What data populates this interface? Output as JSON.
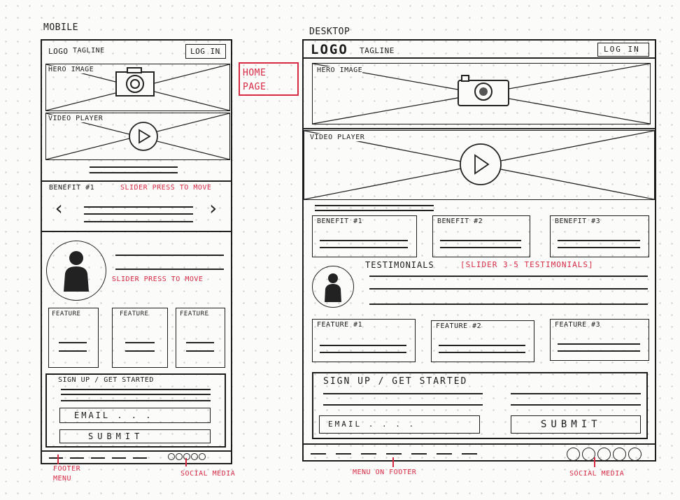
{
  "labels": {
    "mobile": "MOBILE",
    "desktop": "DESKTOP",
    "home_page": "HOME\nPAGE"
  },
  "mobile": {
    "logo": "LOGO",
    "tagline": "TAGLINE",
    "login": "LOG IN",
    "hero": "HERO IMAGE",
    "video": "VIDEO PLAYER",
    "benefit": "BENEFIT #1",
    "slider_note": "SLIDER PRESS TO MOVE",
    "testimonial_note": "SLIDER PRESS TO MOVE",
    "features": [
      "FEATURE",
      "FEATURE",
      "FEATURE"
    ],
    "signup": "SIGN UP / GET STARTED",
    "email": "EMAIL . . .",
    "submit": "SUBMIT",
    "footer_note": "FOOTER\nMENU",
    "social_note": "SOCIAL MEDIA"
  },
  "desktop": {
    "logo": "LOGO",
    "tagline": "TAGLINE",
    "login": "LOG IN",
    "hero": "HERO IMAGE",
    "video": "VIDEO PLAYER",
    "benefits": [
      "BENEFIT #1",
      "BENEFIT #2",
      "BENEFIT #3"
    ],
    "testimonials": "TESTIMONIALS",
    "testimonials_note": "[SLIDER 3-5 TESTIMONIALS]",
    "features": [
      "FEATURE #1",
      "FEATURE #2",
      "FEATURE #3"
    ],
    "signup": "SIGN UP / GET STARTED",
    "email": "EMAIL . . . .",
    "submit": "SUBMIT",
    "menu_note": "MENU ON FOOTER",
    "social_note": "SOCIAL MEDIA"
  },
  "colors": {
    "ink": "#1c1c1c",
    "annotation": "#d62a44"
  },
  "icons": [
    "camera-icon",
    "play-icon",
    "person-icon",
    "chevron-left-icon",
    "chevron-right-icon",
    "social-circle-icon"
  ]
}
